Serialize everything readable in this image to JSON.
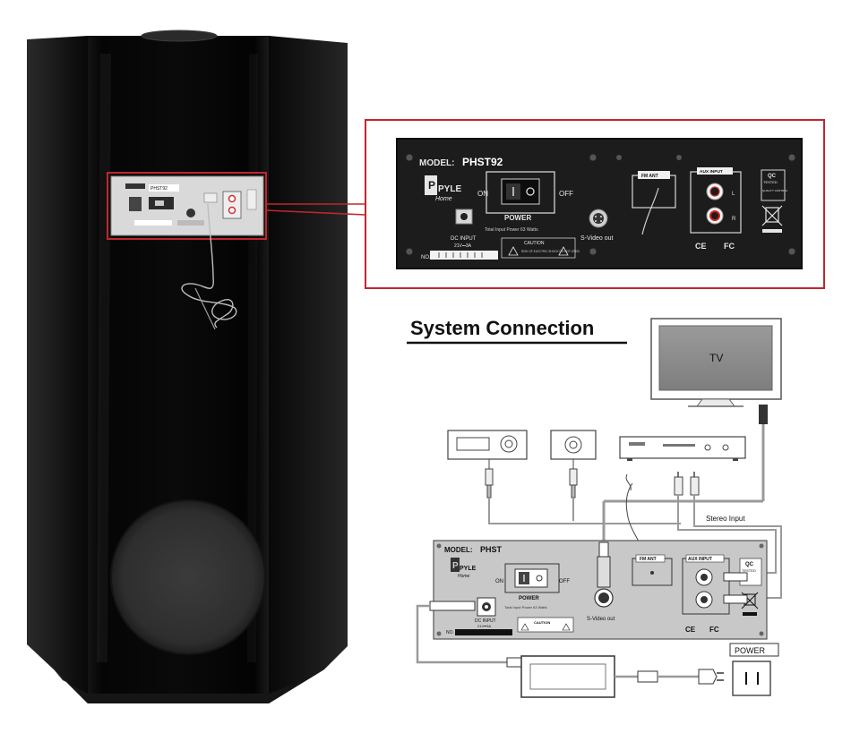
{
  "heading": "System Connection",
  "speaker": {
    "model_small": "PHST92"
  },
  "panel_zoom": {
    "model_label": "MODEL:",
    "model_value": "PHST92",
    "brand": "PYLE",
    "brand_sub": "Home",
    "switch_on": "ON",
    "switch_off": "OFF",
    "power_label": "POWER",
    "total_power": "Total Input Power 63 Watts",
    "dc_input": "DC INPUT",
    "dc_rating": "21V⎓3A",
    "no_label": "NO.",
    "svideo": "S-Video out",
    "caution": "CAUTION",
    "caution_text": "RISK OF ELECTRIC SHOCK DO NOT OPEN",
    "fm_ant": "FM ANT",
    "aux_input": "AUX INPUT",
    "ch_l": "L",
    "ch_r": "R",
    "qc_line1": "QC",
    "qc_line2": "TESTED",
    "qc_line3": "QUALITY CONTROL",
    "ce": "CE",
    "fc": "FC"
  },
  "diagram": {
    "tv_label": "TV",
    "stereo_input": "Stereo Input",
    "model_label": "MODEL:",
    "model_value": "PHST",
    "brand": "PYLE",
    "brand_sub": "Home",
    "switch_on": "ON",
    "switch_off": "OFF",
    "power_label": "POWER",
    "total_power": "Total Input Power 63 Watts",
    "dc_input": "DC INPUT",
    "dc_rating": "21V⎓3A",
    "no_label": "NO.",
    "caution": "CAUTION",
    "svideo": "S-Video out",
    "fm_ant": "FM ANT",
    "aux_input": "AUX INPUT",
    "qc_line1": "QC",
    "qc_line2": "TESTED",
    "ce": "CE",
    "fc": "FC",
    "outlet_label": "POWER"
  },
  "colors": {
    "speaker_body": "#0a0a0a",
    "highlight_box": "#c0262d",
    "panel_face": "#1c1c1c",
    "diagram_panel": "#c8c8c8",
    "tv_screen": "#8a8a8a",
    "cable": "#9a9a9a",
    "heading": "#111111"
  }
}
